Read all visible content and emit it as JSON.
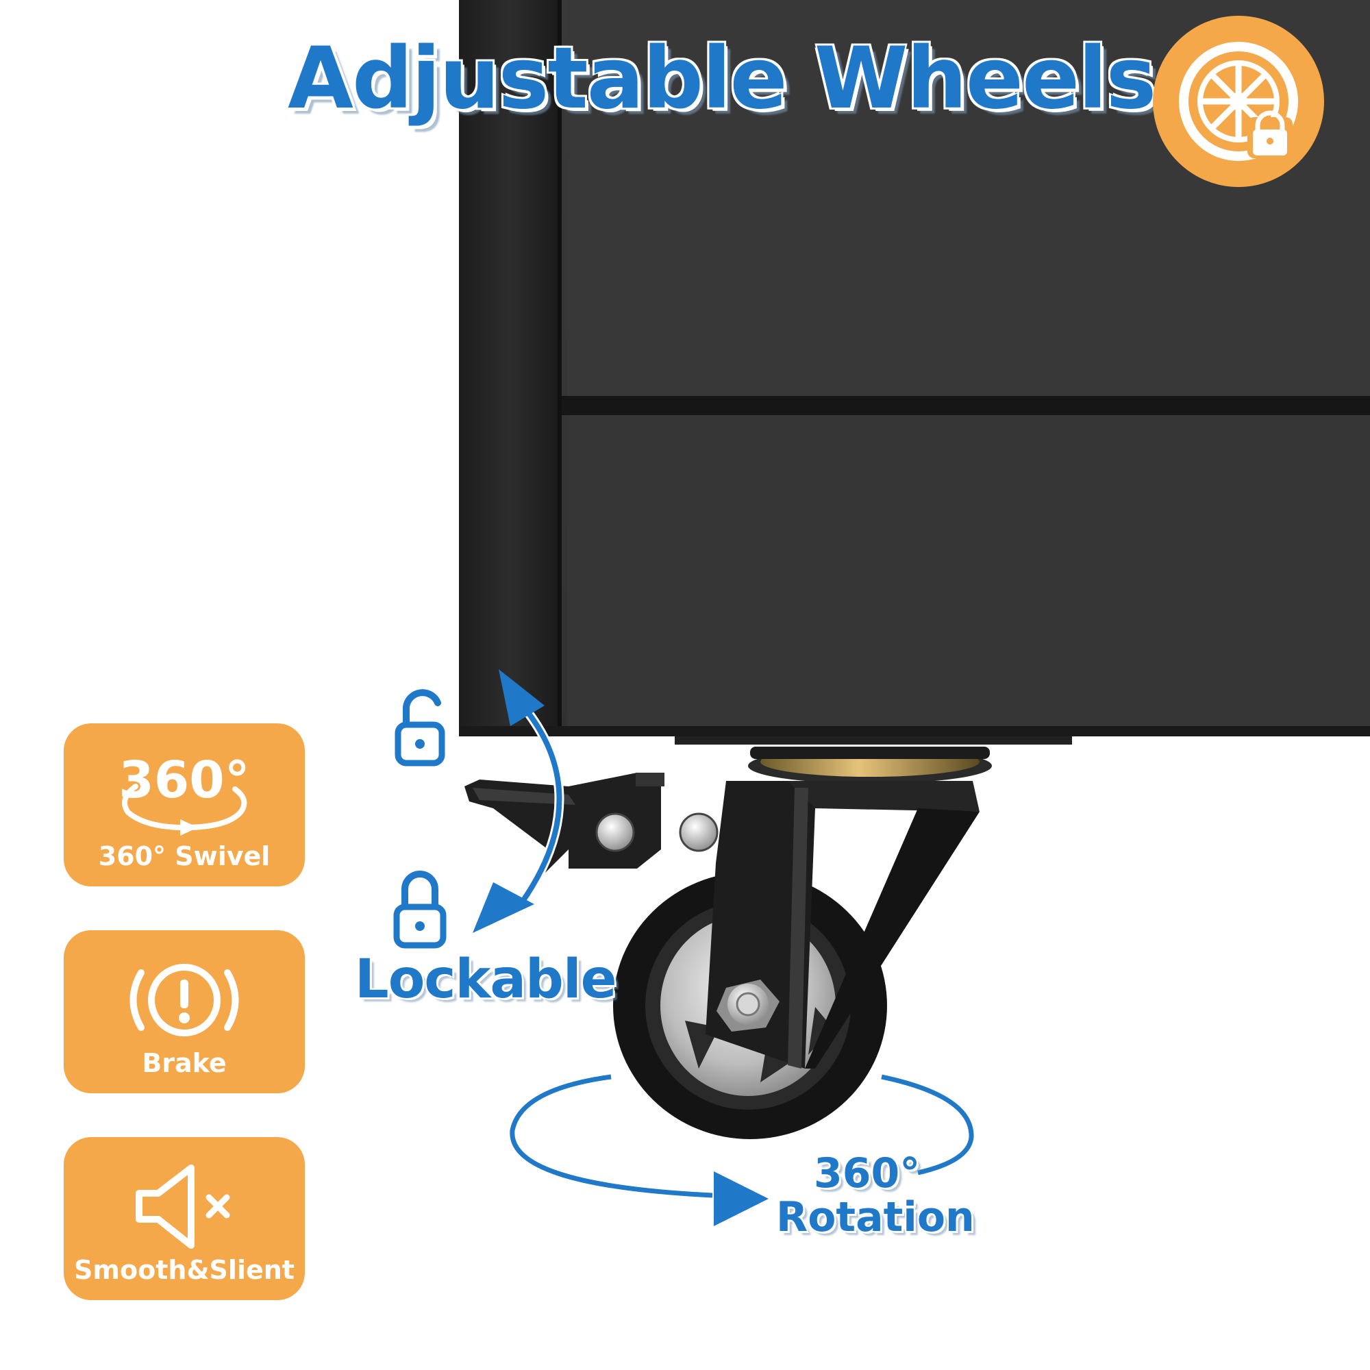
{
  "header": {
    "title": "Adjustable Wheels",
    "badge_icon": "wheel-lock-icon"
  },
  "features": [
    {
      "icon": "360-swivel-icon",
      "icon_text": "360°",
      "label": "360° Swivel"
    },
    {
      "icon": "brake-warning-icon",
      "label": "Brake"
    },
    {
      "icon": "mute-speaker-icon",
      "label": "Smooth&Slient"
    }
  ],
  "callouts": {
    "lockable": "Lockable",
    "rotation_degrees": "360°",
    "rotation_word": "Rotation"
  },
  "colors": {
    "accent_blue": "#1f78c8",
    "accent_orange": "#f4a84a",
    "cabinet": "#2f2f2f",
    "background": "#ffffff"
  }
}
